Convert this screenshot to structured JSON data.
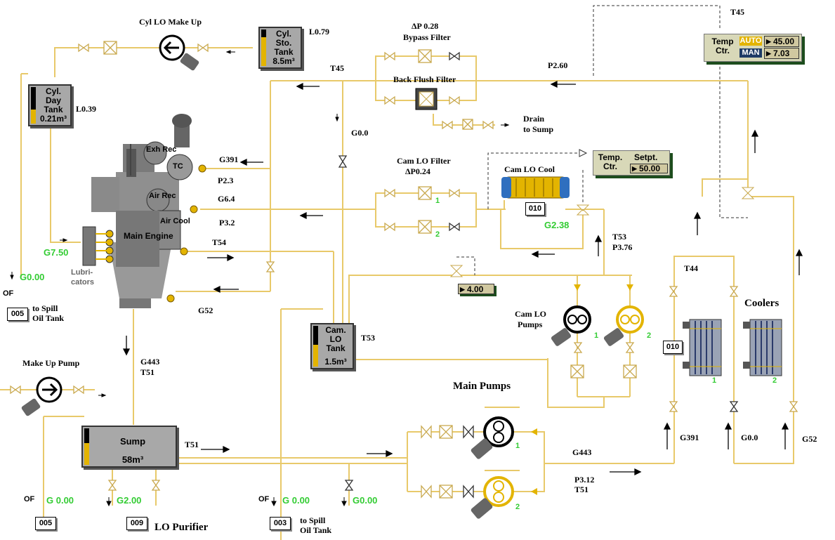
{
  "labels": {
    "cyl_lo_makeup": "Cyl LO Make Up",
    "l079": "L0.79",
    "dp028": "ΔP 0.28",
    "bypass_filter": "Bypass Filter",
    "back_flush_filter": "Back Flush Filter",
    "t45_top": "T45",
    "t45_pipe": "T45",
    "p260": "P2.60",
    "l039": "L0.39",
    "drain_to_sump_1": "Drain",
    "drain_to_sump_2": "to Sump",
    "g00_mid": "G0.0",
    "g391_top": "G391",
    "p23": "P2.3",
    "g64": "G6.4",
    "p32": "P3.2",
    "t54": "T54",
    "g52_left": "G52",
    "cam_lo_filter": "Cam LO Filter",
    "dp024": "ΔP0.24",
    "cam_lo_cool": "Cam LO Cool",
    "g238": "G2.38",
    "t53_right": "T53",
    "p376": "P3.76",
    "t44": "T44",
    "coolers": "Coolers",
    "cam_lo_pumps_1": "Cam LO",
    "cam_lo_pumps_2": "Pumps",
    "t53_tank": "T53",
    "g443_left": "G443",
    "t51_left": "T51",
    "make_up_pump": "Make Up Pump",
    "t51_sump": "T51",
    "main_pumps": "Main Pumps",
    "g443_right": "G443",
    "p312": "P3.12",
    "t51_right": "T51",
    "g391_bottom": "G391",
    "g00_right": "G0.0",
    "g52_right": "G52",
    "g750": "G7.50",
    "g000_left": "G0.00",
    "of_left": "OF",
    "to_spill_1": "to Spill",
    "to_spill_2": "Oil Tank",
    "lubricators_1": "Lubri-",
    "lubricators_2": "cators",
    "of_bottom_left": "OF",
    "g000_bottom_left": "G 0.00",
    "g200": "G2.00",
    "lo_purifier": "LO Purifier",
    "of_bottom_mid": "OF",
    "g000_bottom_mid": "G 0.00",
    "g000_bottom_right": "G0.00",
    "to_spill_b1": "to Spill",
    "to_spill_b2": "Oil Tank",
    "pump1": "1",
    "pump2": "2",
    "filter1": "1",
    "filter2": "2",
    "cooler1": "1",
    "cooler2": "2"
  },
  "engine": {
    "exh_rec": "Exh Rec",
    "tc": "TC",
    "air_rec": "Air Rec",
    "air_cool": "Air Cool",
    "main_engine": "Main Engine"
  },
  "tanks": {
    "cyl_sto": {
      "name": "Cyl. Sto. Tank",
      "volume": "8.5m³",
      "level": 0.79
    },
    "cyl_day": {
      "name": "Cyl. Day Tank",
      "volume": "0.21m³",
      "level": 0.39
    },
    "cam_lo": {
      "name": "Cam. LO Tank",
      "volume": "1.5m³",
      "level": 0.53
    },
    "sump": {
      "name": "Sump",
      "volume": "58m³",
      "level": 0.6
    }
  },
  "counters": {
    "spill_left": "005",
    "cam_cool": "010",
    "cooler": "010",
    "bottom_left": "005",
    "purifier": "009",
    "bottom_mid": "003"
  },
  "temp_ctr_main": {
    "title": "Temp Ctr.",
    "auto_label": "AUTO",
    "man_label": "MAN",
    "auto_value": "45.00",
    "man_value": "7.03"
  },
  "temp_ctr_cam": {
    "title": "Temp. Ctr.",
    "setpt_label": "Setpt.",
    "setpt_value": "50.00"
  },
  "valve_setpoint": "4.00",
  "colors": {
    "pipe": "#e8c96a",
    "tank_fill": "#e3b400",
    "status_green": "#33cc33",
    "panel_shadow": "#1d4d1d"
  }
}
